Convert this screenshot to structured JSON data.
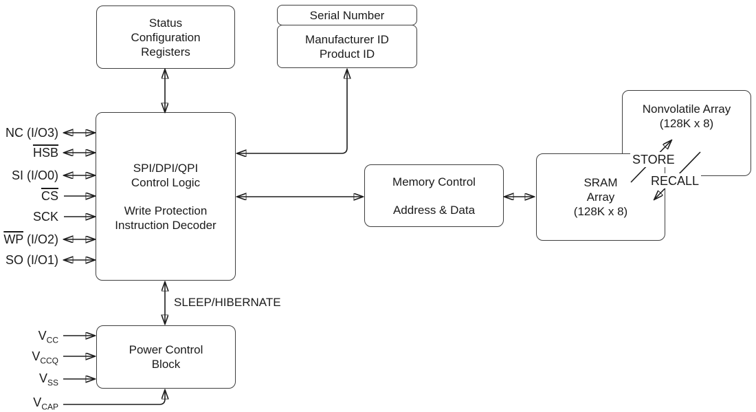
{
  "colors": {
    "background": "#ffffff",
    "line": "#1c1c1c",
    "box_border": "#3d3d3d",
    "text": "#1a1a1a"
  },
  "boxes": {
    "status_config": {
      "lines": [
        "Status",
        "Configuration",
        "Registers"
      ]
    },
    "serial_number": {
      "label": "Serial Number"
    },
    "manufacturer_id": {
      "lines": [
        "Manufacturer ID",
        "Product ID"
      ]
    },
    "spi_control": {
      "group1": [
        "SPI/DPI/QPI",
        "Control Logic"
      ],
      "group2": [
        "Write Protection",
        "Instruction Decoder"
      ]
    },
    "memory_control": {
      "group1": [
        "Memory Control"
      ],
      "group2": [
        "Address & Data"
      ]
    },
    "sram_array": {
      "lines": [
        "SRAM",
        "Array",
        "(128K x 8)"
      ]
    },
    "nonvolatile_array": {
      "lines": [
        "Nonvolatile Array",
        "(128K x 8)"
      ]
    },
    "power_control": {
      "lines": [
        "Power Control",
        "Block"
      ]
    }
  },
  "labels": {
    "sleep_hibernate": "SLEEP/HIBERNATE",
    "store": "STORE",
    "recall": "RECALL"
  },
  "pins": {
    "io": [
      {
        "name": "NC (I/O3)",
        "overline": false,
        "direction": "bidirectional"
      },
      {
        "name": "HSB",
        "overline": true,
        "direction": "bidirectional"
      },
      {
        "name": "SI (I/O0)",
        "overline": false,
        "direction": "bidirectional"
      },
      {
        "name": "CS",
        "overline": true,
        "direction": "input"
      },
      {
        "name": "SCK",
        "overline": false,
        "direction": "input"
      },
      {
        "name": "WP",
        "suffix": " (I/O2)",
        "overline": true,
        "direction": "bidirectional"
      },
      {
        "name": "SO (I/O1)",
        "overline": false,
        "direction": "bidirectional"
      }
    ],
    "power": [
      {
        "base": "V",
        "sub": "CC",
        "direction": "input"
      },
      {
        "base": "V",
        "sub": "CCQ",
        "direction": "input"
      },
      {
        "base": "V",
        "sub": "SS",
        "direction": "input"
      },
      {
        "base": "V",
        "sub": "CAP",
        "direction": "input"
      }
    ]
  }
}
